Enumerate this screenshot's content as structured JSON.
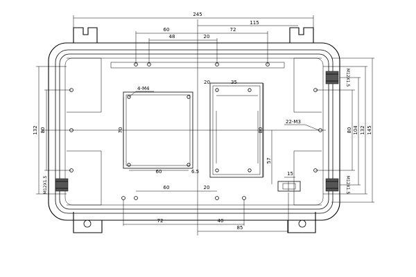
{
  "dimensions": {
    "overall_width": "245",
    "top_right_span": "115",
    "top_left_60": "60",
    "top_left_48": "48",
    "top_20": "20",
    "top_72": "72",
    "mid_20": "20",
    "mid_35": "35",
    "left_132": "132",
    "left_80": "80",
    "center_70": "70",
    "center_80": "80",
    "sq_bottom_60": "60",
    "sq_6_5": "6.5",
    "right_57": "57",
    "bracket_15": "15",
    "bottom_60": "60",
    "bottom_20": "20",
    "bottom_72": "72",
    "bottom_40": "40",
    "bottom_85": "85",
    "right_80": "80",
    "right_104": "104",
    "right_132": "132",
    "right_145": "145"
  },
  "annotations": {
    "holes_4m4": "4-M4",
    "holes_22m3": "22-M3",
    "thread_left": "M12X1.5",
    "thread_right_top": "M12X1.5",
    "thread_right_bottom": "M12X1.5"
  }
}
